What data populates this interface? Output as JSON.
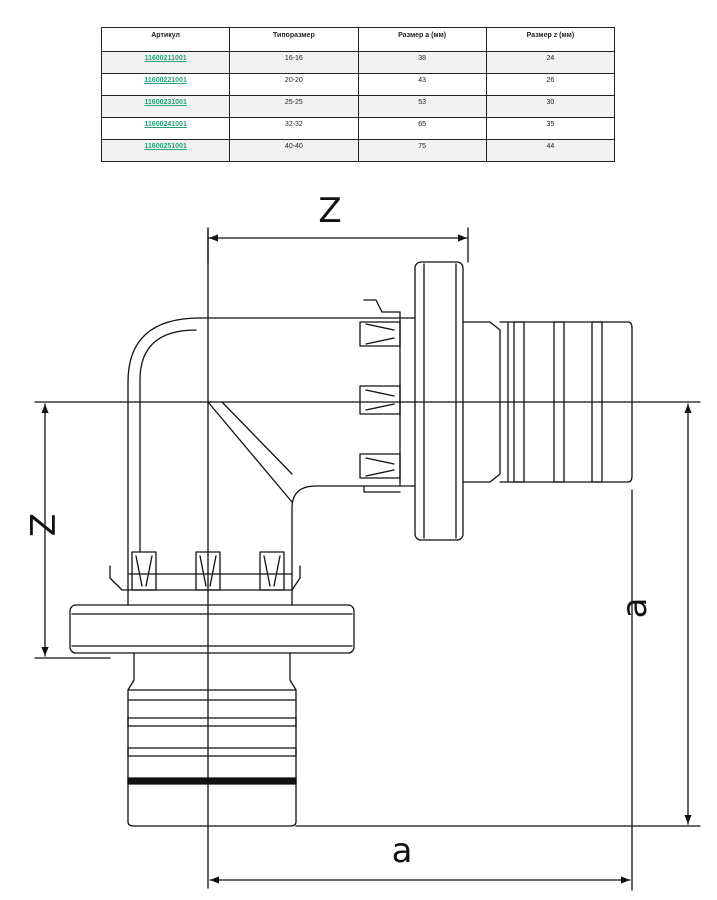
{
  "table": {
    "headers": [
      "Артикул",
      "Типоразмер",
      "Размер a (мм)",
      "Размер z (мм)"
    ],
    "rows": [
      {
        "article": "11600211001",
        "size": "16-16",
        "a": "38",
        "z": "24"
      },
      {
        "article": "11600221001",
        "size": "20-20",
        "a": "43",
        "z": "26"
      },
      {
        "article": "11600231001",
        "size": "25-25",
        "a": "53",
        "z": "30"
      },
      {
        "article": "11600241001",
        "size": "32-32",
        "a": "65",
        "z": "35"
      },
      {
        "article": "11600251001",
        "size": "40-40",
        "a": "75",
        "z": "44"
      }
    ],
    "link_color": "#2a9d7a"
  },
  "drawing": {
    "label_z_top": "Z",
    "label_z_left": "Z",
    "label_a_right": "a",
    "label_a_bottom": "a"
  }
}
